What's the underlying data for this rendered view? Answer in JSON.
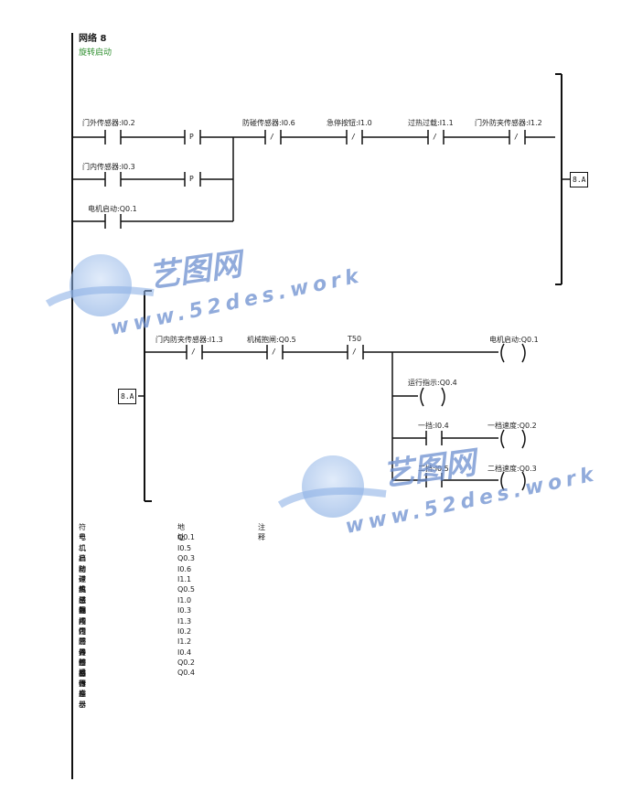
{
  "network": {
    "title": "网络 8",
    "comment": "旋转启动"
  },
  "connectors": {
    "out_label": "8.A",
    "in_label": "8.A"
  },
  "rung1": {
    "contacts": [
      {
        "label": "门外传感器:I0.2",
        "type": "no"
      },
      {
        "label": "门内传感器:I0.3",
        "type": "no"
      },
      {
        "label": "电机启动:Q0.1",
        "type": "no"
      },
      {
        "label": "防碰传感器:I0.6",
        "type": "nc"
      },
      {
        "label": "急停按钮:I1.0",
        "type": "nc"
      },
      {
        "label": "过热过载:I1.1",
        "type": "nc"
      },
      {
        "label": "门外防夹传感器:I1.2",
        "type": "nc"
      }
    ],
    "pulse_symbol": "P",
    "nc_symbol": "/"
  },
  "rung2": {
    "contacts": [
      {
        "label": "门内防夹传感器:I1.3",
        "type": "nc"
      },
      {
        "label": "机械抱闸:Q0.5",
        "type": "nc"
      },
      {
        "label": "T50",
        "type": "nc"
      },
      {
        "label": "一挡:I0.4",
        "type": "no"
      },
      {
        "label": "二挡:I0.5",
        "type": "no"
      }
    ],
    "coils": [
      {
        "label": "电机启动:Q0.1"
      },
      {
        "label": "运行指示:Q0.4"
      },
      {
        "label": "一档速度:Q0.2"
      },
      {
        "label": "二档速度:Q0.3"
      }
    ]
  },
  "symbol_table": {
    "headers": [
      "符号",
      "地址",
      "注释"
    ],
    "rows": [
      {
        "symbol": "电机启动",
        "address": "Q0.1"
      },
      {
        "symbol": "二档",
        "address": "I0.5"
      },
      {
        "symbol": "二档速度",
        "address": "Q0.3"
      },
      {
        "symbol": "防碰传感器",
        "address": "I0.6"
      },
      {
        "symbol": "过热过载",
        "address": "I1.1"
      },
      {
        "symbol": "机械抱闸",
        "address": "Q0.5"
      },
      {
        "symbol": "急停按钮",
        "address": "I1.0"
      },
      {
        "symbol": "门内传感器",
        "address": "I0.3"
      },
      {
        "symbol": "门内防夹传感器",
        "address": "I1.3"
      },
      {
        "symbol": "门外传感器",
        "address": "I0.2"
      },
      {
        "symbol": "门外防夹传感器",
        "address": "I1.2"
      },
      {
        "symbol": "一挡",
        "address": "I0.4"
      },
      {
        "symbol": "一档速度",
        "address": "Q0.2"
      },
      {
        "symbol": "运行指示",
        "address": "Q0.4"
      }
    ]
  },
  "watermark": {
    "brand": "艺图网",
    "url": "www.52des.work"
  }
}
